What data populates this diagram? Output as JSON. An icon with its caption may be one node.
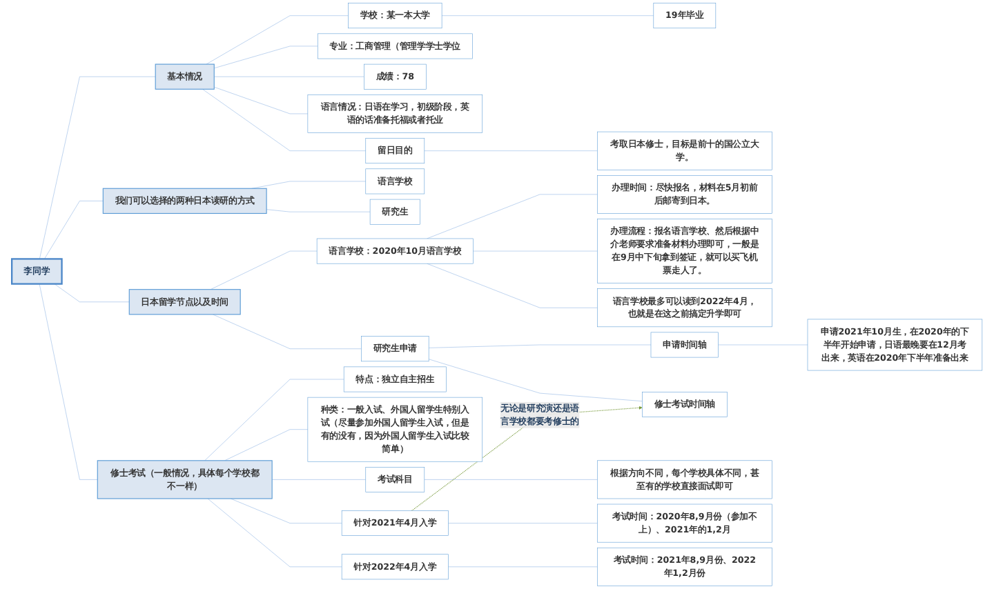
{
  "diagram": {
    "nodes": [
      {
        "text": [
          "李同学"
        ]
      },
      {
        "text": [
          "基本情况"
        ]
      },
      {
        "text": [
          "学校：某一本大学"
        ]
      },
      {
        "text": [
          "19年毕业"
        ]
      },
      {
        "text": [
          "专业：工商管理（管理学学士学位"
        ]
      },
      {
        "text": [
          "成绩：78"
        ]
      },
      {
        "text": [
          "语言情况：日语在学习，初级阶段，英语的话准备托福或者托业"
        ]
      },
      {
        "text": [
          "留日目的"
        ]
      },
      {
        "text": [
          "考取日本修士，目标是前十的国公立大学。"
        ]
      },
      {
        "text": [
          "我们可以选择的两种日本读研的方式"
        ]
      },
      {
        "text": [
          "语言学校"
        ]
      },
      {
        "text": [
          "研究生"
        ]
      },
      {
        "text": [
          "日本留学节点以及时间"
        ]
      },
      {
        "text": [
          "语言学校：2020年10月语言学校"
        ]
      },
      {
        "text": [
          "办理时间：尽快报名，材料在5月初前后邮寄到日本。"
        ]
      },
      {
        "text": [
          "办理流程：报名语言学校、然后根据中介老师要求准备材料办理即可，一般是在9月中下旬拿到签证，就可以买飞机票走人了。"
        ]
      },
      {
        "text": [
          "语言学校最多可以读到2022年4月，也就是在这之前搞定升学即可"
        ]
      },
      {
        "text": [
          "研究生申请"
        ]
      },
      {
        "text": [
          "修士考试时间轴"
        ]
      },
      {
        "text": [
          "申请时间轴"
        ]
      },
      {
        "text": [
          "申请2021年10月生，在2020年的下半年开始申请，日语最晚要在12月考出来，英语在2020年下半年准备出来"
        ]
      },
      {
        "text": [
          "修士考试（一般情况，具体每个学校都不一样）"
        ]
      },
      {
        "text": [
          "特点：独立自主招生"
        ]
      },
      {
        "text": [
          "种类：一般入试、外国人留学生特别入试（尽量参加外国人留学生入试，但是有的没有，因为外国人留学生入试比较简单）"
        ]
      },
      {
        "text": [
          "考试科目"
        ]
      },
      {
        "text": [
          "根据方向不同，每个学校具体不同，甚至有的学校直接面试即可"
        ]
      },
      {
        "text": [
          "针对2021年4月入学"
        ]
      },
      {
        "text": [
          "考试时间：2020年8,9月份（参加不上）、2021年的1,2月"
        ]
      },
      {
        "text": [
          "针对2022年4月入学"
        ]
      },
      {
        "text": [
          "考试时间：2021年8,9月份、2022年1,2月份"
        ]
      }
    ],
    "edges": [
      {
        "from": 0,
        "to": 1,
        "arrow": "none"
      },
      {
        "from": 1,
        "to": 2,
        "arrow": "none"
      },
      {
        "from": 2,
        "to": 3,
        "arrow": "none"
      },
      {
        "from": 1,
        "to": 4,
        "arrow": "none"
      },
      {
        "from": 1,
        "to": 5,
        "arrow": "none"
      },
      {
        "from": 1,
        "to": 6,
        "arrow": "none"
      },
      {
        "from": 1,
        "to": 7,
        "arrow": "none"
      },
      {
        "from": 7,
        "to": 8,
        "arrow": "none"
      },
      {
        "from": 0,
        "to": 9,
        "arrow": "none"
      },
      {
        "from": 9,
        "to": 10,
        "arrow": "none"
      },
      {
        "from": 9,
        "to": 11,
        "arrow": "none"
      },
      {
        "from": 0,
        "to": 12,
        "arrow": "none"
      },
      {
        "from": 12,
        "to": 13,
        "arrow": "none"
      },
      {
        "from": 13,
        "to": 14,
        "arrow": "none"
      },
      {
        "from": 13,
        "to": 15,
        "arrow": "none"
      },
      {
        "from": 13,
        "to": 16,
        "arrow": "none"
      },
      {
        "from": 12,
        "to": 17,
        "arrow": "none"
      },
      {
        "from": 17,
        "to": 18,
        "arrow": "none"
      },
      {
        "from": 17,
        "to": 19,
        "arrow": "none"
      },
      {
        "from": 19,
        "to": 20,
        "arrow": "none"
      },
      {
        "from": 0,
        "to": 21,
        "arrow": "none"
      },
      {
        "from": 21,
        "to": 22,
        "arrow": "none"
      },
      {
        "from": 21,
        "to": 23,
        "arrow": "none"
      },
      {
        "from": 21,
        "to": 24,
        "arrow": "none"
      },
      {
        "from": 24,
        "to": 25,
        "arrow": "none"
      },
      {
        "from": 21,
        "to": 26,
        "arrow": "none"
      },
      {
        "from": 26,
        "to": 27,
        "arrow": "none"
      },
      {
        "from": 21,
        "to": 28,
        "arrow": "none"
      },
      {
        "from": 28,
        "to": 29,
        "arrow": "none"
      },
      {
        "from": 26,
        "to": 18,
        "arrow": "to",
        "label": "无论是研究演还是语言学校都要考修士的",
        "style": "dashed",
        "color": "#77993a"
      }
    ]
  }
}
